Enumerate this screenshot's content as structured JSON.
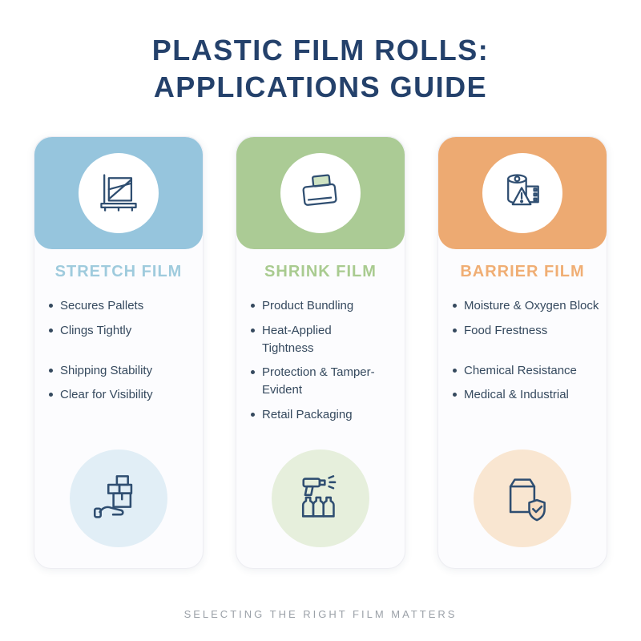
{
  "page": {
    "title_line1": "PLASTIC FILM ROLLS:",
    "title_line2": "APPLICATIONS GUIDE",
    "footer": "SELECTING THE RIGHT FILM MATTERS"
  },
  "colors": {
    "title_navy": "#24416b",
    "body_text": "#35495e",
    "icon_stroke": "#2f4e71",
    "stretch_accent": "#96c5dd",
    "shrink_accent": "#abcb95",
    "barrier_accent": "#edaa72",
    "stretch_tint": "#e1eef6",
    "shrink_tint": "#e6efdc",
    "barrier_tint": "#f9e6d1",
    "footer_gray": "#9ba1a8"
  },
  "cards": [
    {
      "title": "STRETCH FILM",
      "header_icon": "pallet-stretch-wrap-icon",
      "footer_icon": "hand-delivering-boxes-icon",
      "bullets": [
        "Secures Pallets",
        "Clings Tightly",
        "Shipping Stability",
        "Clear for Visibility"
      ]
    },
    {
      "title": "SHRINK FILM",
      "header_icon": "shrink-wrapped-pack-icon",
      "footer_icon": "heat-gun-bottles-icon",
      "bullets": [
        "Product Bundling",
        "Heat-Applied Tightness",
        "Protection & Tamper-Evident",
        "Retail Packaging"
      ]
    },
    {
      "title": "BARRIER FILM",
      "header_icon": "film-roll-warning-icon",
      "footer_icon": "pouch-shield-icon",
      "bullets": [
        "Moisture & Oxygen Block",
        "Food Frestness",
        "Chemical Resistance",
        "Medical & Industrial"
      ]
    }
  ]
}
